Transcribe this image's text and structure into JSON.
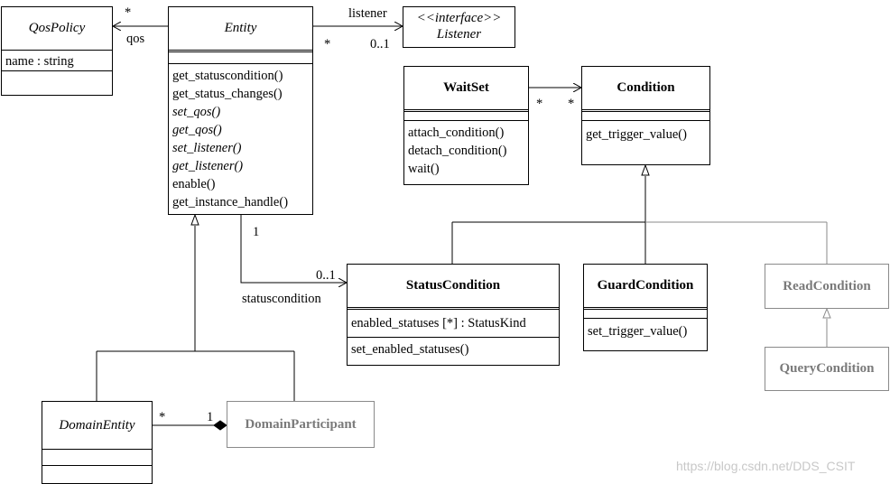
{
  "classes": {
    "qospolicy": {
      "name": "QosPolicy",
      "attrs": [
        "name : string"
      ]
    },
    "entity": {
      "name": "Entity",
      "ops": [
        {
          "label": "get_statuscondition()",
          "italic": false
        },
        {
          "label": "get_status_changes()",
          "italic": false
        },
        {
          "label": "set_qos()",
          "italic": true
        },
        {
          "label": "get_qos()",
          "italic": true
        },
        {
          "label": "set_listener()",
          "italic": true
        },
        {
          "label": "get_listener()",
          "italic": true
        },
        {
          "label": "enable()",
          "italic": false
        },
        {
          "label": "get_instance_handle()",
          "italic": false
        }
      ]
    },
    "listener": {
      "stereotype": "<<interface>>",
      "name": "Listener"
    },
    "waitset": {
      "name": "WaitSet",
      "ops": [
        "attach_condition()",
        "detach_condition()",
        "wait()"
      ]
    },
    "condition": {
      "name": "Condition",
      "ops": [
        "get_trigger_value()"
      ]
    },
    "statuscondition": {
      "name": "StatusCondition",
      "attrs": [
        "enabled_statuses [*] : StatusKind"
      ],
      "ops": [
        "set_enabled_statuses()"
      ]
    },
    "guardcondition": {
      "name": "GuardCondition",
      "ops": [
        "set_trigger_value()"
      ]
    },
    "readcondition": {
      "name": "ReadCondition"
    },
    "querycondition": {
      "name": "QueryCondition"
    },
    "domainentity": {
      "name": "DomainEntity"
    },
    "domainparticipant": {
      "name": "DomainParticipant"
    }
  },
  "labels": {
    "qos_star": "*",
    "qos_role": "qos",
    "listener_role": "listener",
    "listener_star": "*",
    "listener_mult": "0..1",
    "waitset_star": "*",
    "condition_star": "*",
    "entity_one": "1",
    "status_mult": "0..1",
    "status_role": "statuscondition",
    "domain_star": "*",
    "domain_one": "1"
  },
  "watermark": "https://blog.csdn.net/DDS_CSIT",
  "colors": {
    "line": "#000000",
    "gray_line": "#8a8a8a",
    "gray_text": "#7a7a7a",
    "watermark": "#c8c8c8"
  }
}
